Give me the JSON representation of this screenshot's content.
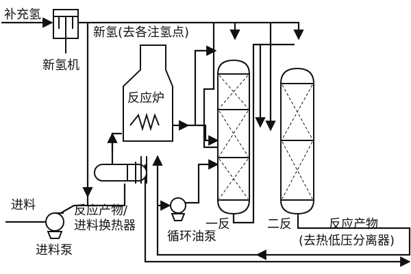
{
  "labels": {
    "makeup_hydrogen": "补充氢",
    "new_hydrogen": "新氢(去各注氢点)",
    "new_hydrogen_compressor": "新氢机",
    "reaction_furnace": "反应炉",
    "feed": "进料",
    "feed_pump": "进料泵",
    "heat_exchanger_line1": "反应产物/",
    "heat_exchanger_line2": "进料换热器",
    "recycle_oil_pump": "循环油泵",
    "reactor_1": "一反",
    "reactor_2": "二反",
    "reaction_product": "反应产物",
    "to_separator": "(去热低压分离器)"
  },
  "colors": {
    "line": "#111111",
    "background": "#ffffff"
  }
}
